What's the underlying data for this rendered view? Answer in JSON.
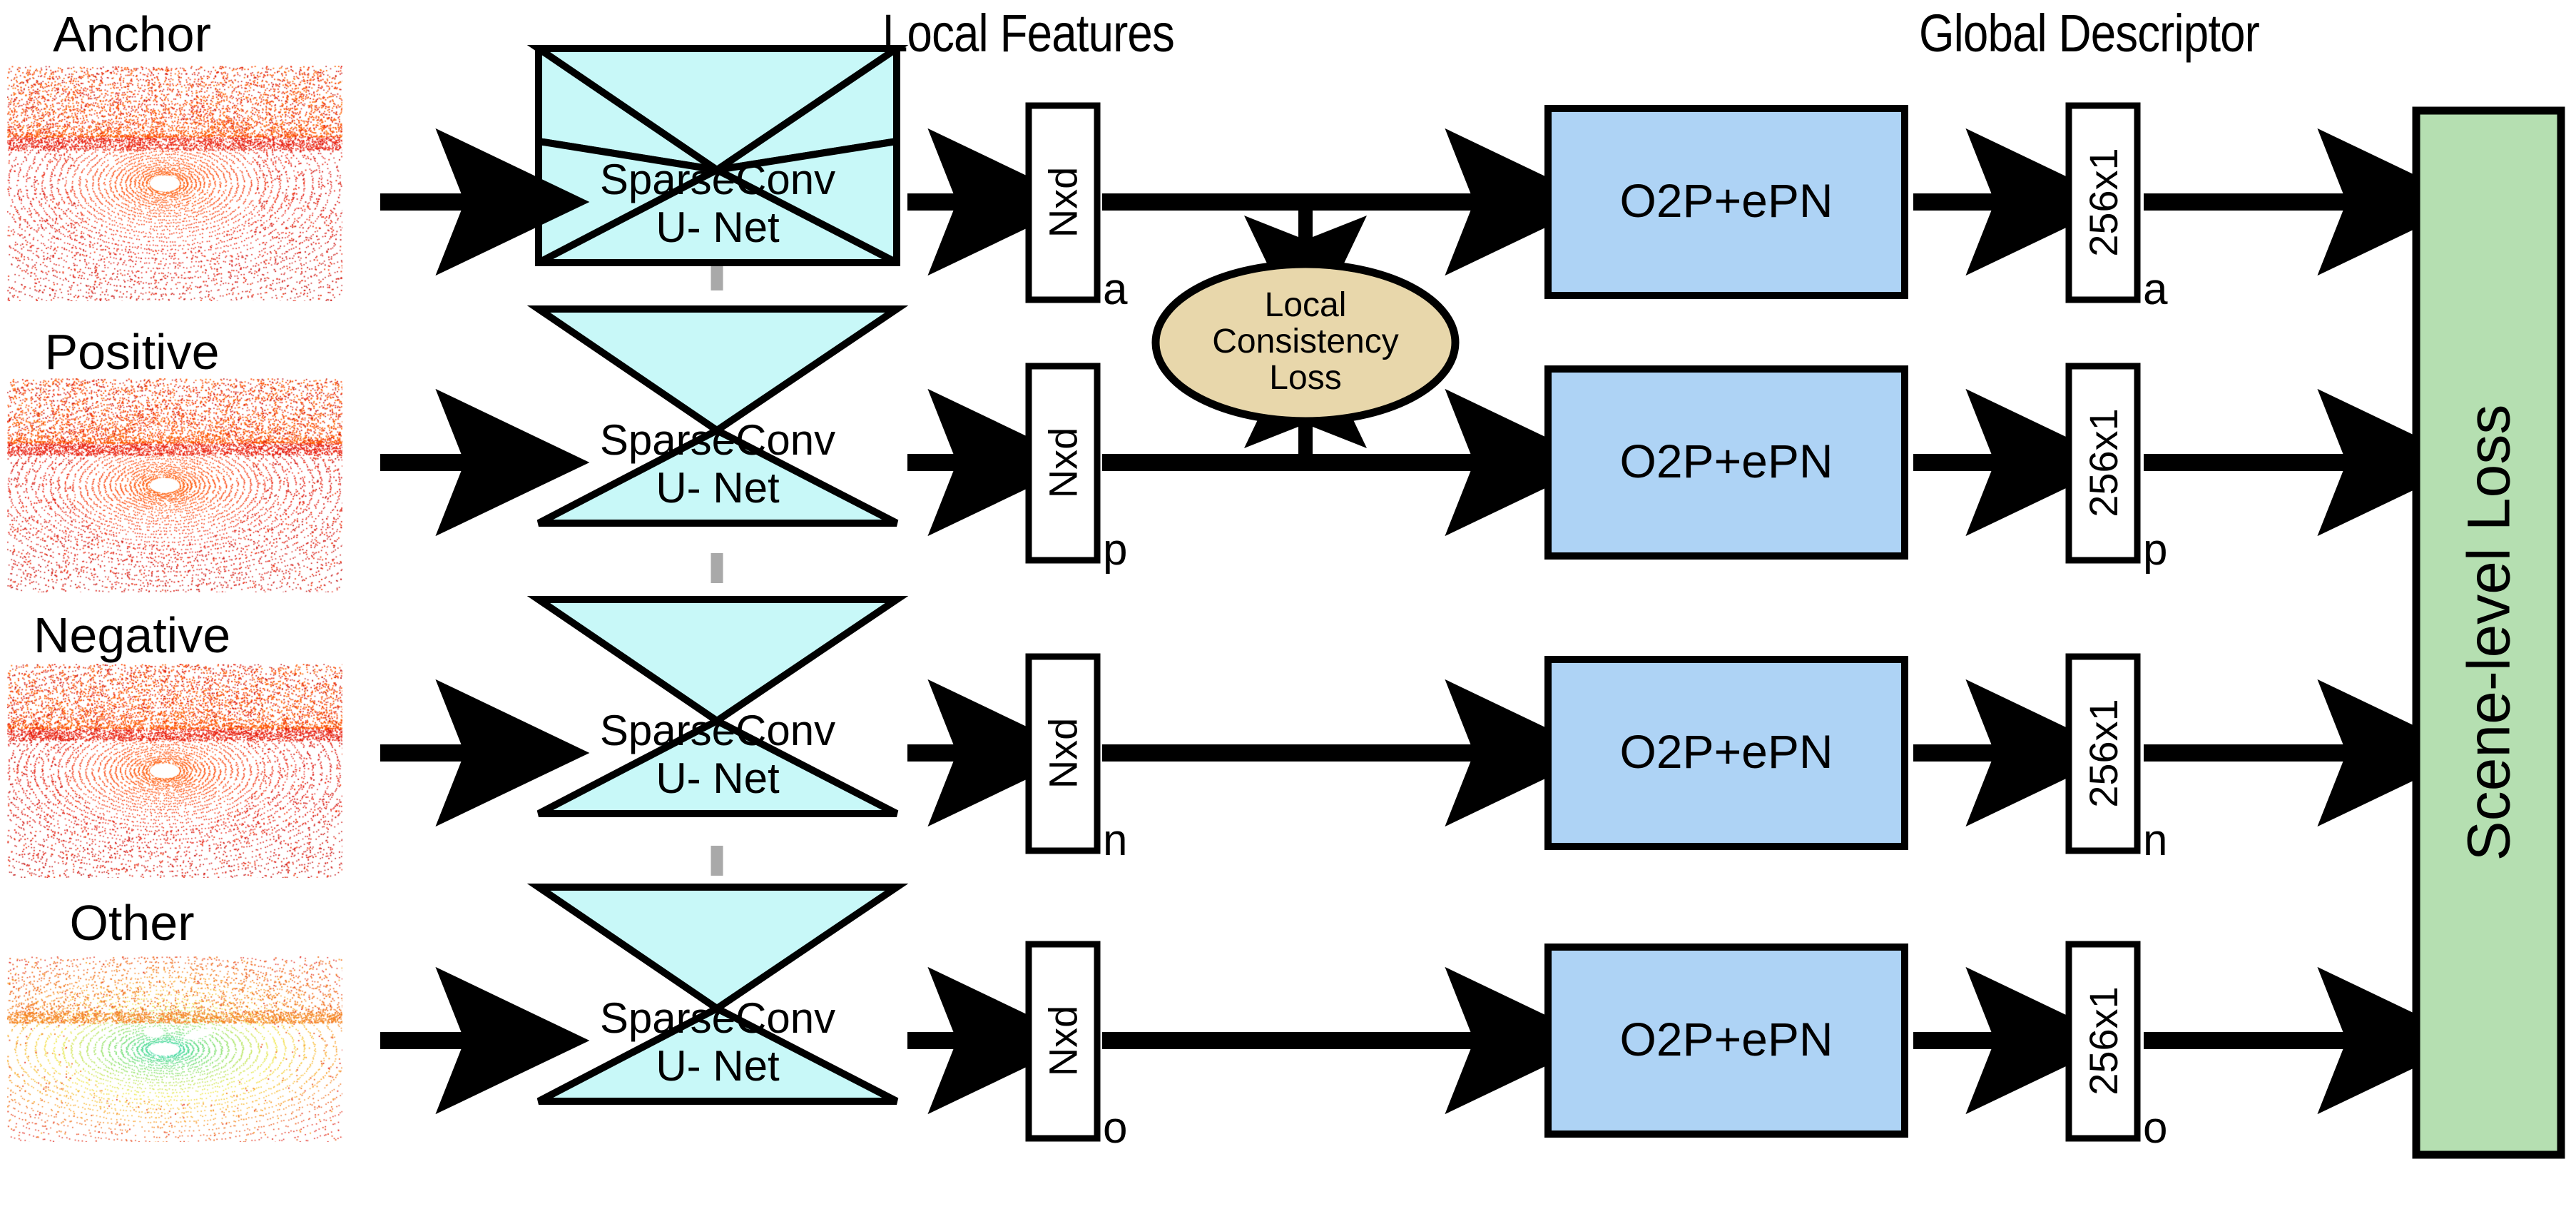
{
  "figure": {
    "title": "Triplet SparseConv U-Net pipeline with Local Consistency Loss and Scene-level Loss",
    "background": "#ffffff"
  },
  "colors": {
    "unet_fill": "#c8f8f8",
    "unet_stroke": "#000000",
    "o2p_fill": "#aed3f5",
    "o2p_stroke": "#000000",
    "loss_ellipse_fill": "#e8d7ab",
    "loss_ellipse_stroke": "#000000",
    "scene_loss_fill": "#b5dfb1",
    "scene_loss_stroke": "#000000",
    "arrow": "#000000",
    "shared_weights_dash": "#a9a9a9",
    "box_fill": "#ffffff",
    "box_stroke": "#000000"
  },
  "headers": {
    "local_features": "Local Features",
    "global_descriptor": "Global Descriptor"
  },
  "rows": [
    {
      "label": "Anchor",
      "subscript": "a",
      "backbone": {
        "line1": "SparseConv",
        "line2": "U- Net"
      },
      "local_feature_box": "Nxd",
      "pooling": "O2P+ePN",
      "descriptor_box": "256x1",
      "cloud_palette": "red-orange"
    },
    {
      "label": "Positive",
      "subscript": "p",
      "backbone": {
        "line1": "SparseConv",
        "line2": "U- Net"
      },
      "local_feature_box": "Nxd",
      "pooling": "O2P+ePN",
      "descriptor_box": "256x1",
      "cloud_palette": "red-orange"
    },
    {
      "label": "Negative",
      "subscript": "n",
      "backbone": {
        "line1": "SparseConv",
        "line2": "U- Net"
      },
      "local_feature_box": "Nxd",
      "pooling": "O2P+ePN",
      "descriptor_box": "256x1",
      "cloud_palette": "red-orange"
    },
    {
      "label": "Other",
      "subscript": "o",
      "backbone": {
        "line1": "SparseConv",
        "line2": "U- Net"
      },
      "local_feature_box": "Nxd",
      "pooling": "O2P+ePN",
      "descriptor_box": "256x1",
      "cloud_palette": "rainbow"
    }
  ],
  "local_consistency_loss": {
    "line1": "Local",
    "line2": "Consistency",
    "line3": "Loss"
  },
  "scene_level_loss": {
    "label": "Scene-level Loss"
  },
  "chart_data": {
    "type": "diagram",
    "title": "Triplet network architecture",
    "nodes": [
      "Anchor point cloud",
      "Positive point cloud",
      "Negative point cloud",
      "Other point cloud",
      "SparseConv U- Net (shared weights, x4)",
      "Nxd local features (a, p, n, o)",
      "Local Consistency Loss",
      "O2P+ePN global pooling (x4)",
      "256x1 global descriptors (a, p, n, o)",
      "Scene-level Loss"
    ],
    "edges": [
      "point cloud -> SparseConv U- Net",
      "SparseConv U- Net -> Nxd",
      "Nxd_a -> Local Consistency Loss",
      "Nxd_p -> Local Consistency Loss",
      "Nxd -> O2P+ePN",
      "O2P+ePN -> 256x1",
      "256x1 -> Scene-level Loss"
    ],
    "notes": [
      "Vertical gray dashed line indicates shared weights between the four SparseConv U- Net branches",
      "Only the anchor and positive branches feed the Local Consistency Loss"
    ]
  }
}
